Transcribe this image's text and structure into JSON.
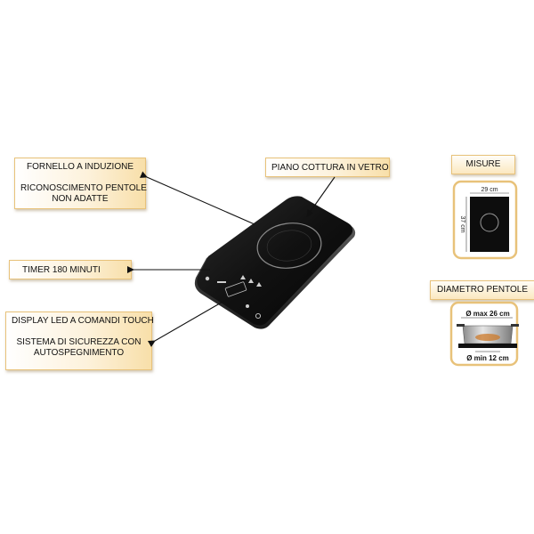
{
  "callouts": {
    "induction": {
      "line1": "FORNELLO A INDUZIONE",
      "line2": "RICONOSCIMENTO PENTOLE",
      "line3": "NON ADATTE"
    },
    "glass": {
      "line1": "PIANO COTTURA IN VETRO"
    },
    "timer": {
      "line1": "TIMER 180 MINUTI"
    },
    "display": {
      "line1": "DISPLAY LED A COMANDI TOUCH",
      "line2": "SISTEMA DI SICUREZZA CON",
      "line3": "AUTOSPEGNIMENTO"
    }
  },
  "measures": {
    "title": "MISURE",
    "width_label": "29 cm",
    "height_label": "37 cm"
  },
  "pans": {
    "title": "DIAMETRO PENTOLE",
    "max_label": "Ø max 26 cm",
    "min_label": "Ø min 12 cm"
  },
  "colors": {
    "accent_border": "#e8c27a",
    "accent_fill": "#f8dfa9",
    "cooktop": "#121212",
    "arrow": "#111111"
  }
}
